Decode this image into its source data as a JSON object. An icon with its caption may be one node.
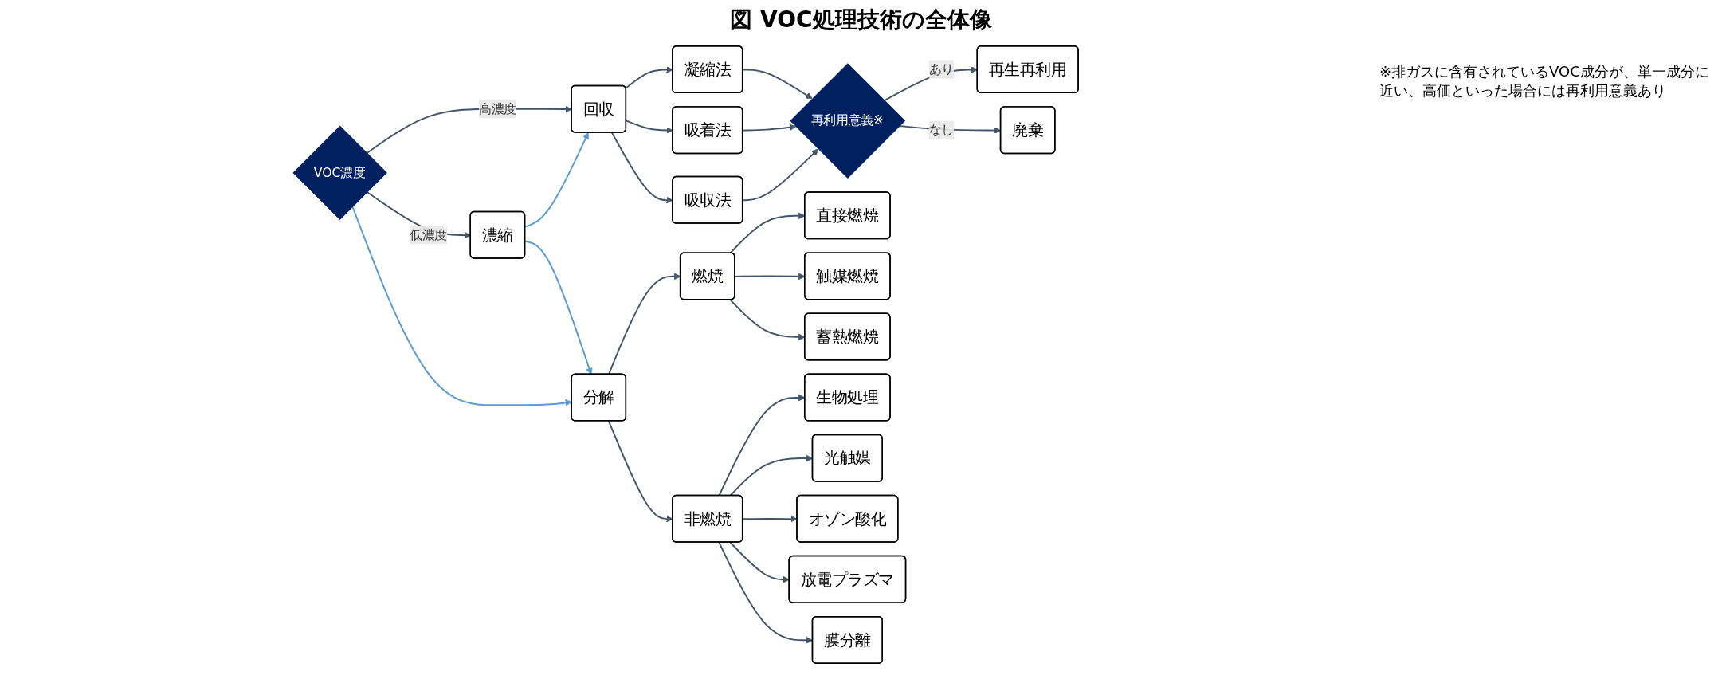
{
  "diagram": {
    "title": "図 VOC処理技術の全体像",
    "nodes": [
      {
        "text": [
          "VOC濃度"
        ]
      },
      {
        "text": [
          "回収"
        ]
      },
      {
        "text": [
          "濃縮"
        ]
      },
      {
        "text": [
          "分解"
        ]
      },
      {
        "text": [
          "凝縮法"
        ]
      },
      {
        "text": [
          "吸着法"
        ]
      },
      {
        "text": [
          "吸収法"
        ]
      },
      {
        "text": [
          "再利用意義※"
        ]
      },
      {
        "text": [
          "再生再利用"
        ]
      },
      {
        "text": [
          "廃棄"
        ]
      },
      {
        "text": [
          "燃焼"
        ]
      },
      {
        "text": [
          "非燃焼"
        ]
      },
      {
        "text": [
          "直接燃焼"
        ]
      },
      {
        "text": [
          "触媒燃焼"
        ]
      },
      {
        "text": [
          "蓄熱燃焼"
        ]
      },
      {
        "text": [
          "生物処理"
        ]
      },
      {
        "text": [
          "光触媒"
        ]
      },
      {
        "text": [
          "オゾン酸化"
        ]
      },
      {
        "text": [
          "放電プラズマ"
        ]
      },
      {
        "text": [
          "膜分離"
        ]
      }
    ],
    "edges": [
      {
        "from": 0,
        "to": 1,
        "arrow": "to",
        "label": "高濃度"
      },
      {
        "from": 0,
        "to": 2,
        "arrow": "to",
        "label": "低濃度"
      },
      {
        "from": 0,
        "to": 3,
        "arrow": "to",
        "color": "#5b9bd5"
      },
      {
        "from": 2,
        "to": 1,
        "arrow": "to",
        "color": "#5b9bd5"
      },
      {
        "from": 2,
        "to": 3,
        "arrow": "to",
        "color": "#5b9bd5"
      },
      {
        "from": 1,
        "to": 4,
        "arrow": "to"
      },
      {
        "from": 1,
        "to": 5,
        "arrow": "to"
      },
      {
        "from": 1,
        "to": 6,
        "arrow": "to"
      },
      {
        "from": 4,
        "to": 7,
        "arrow": "to"
      },
      {
        "from": 5,
        "to": 7,
        "arrow": "to"
      },
      {
        "from": 6,
        "to": 7,
        "arrow": "to"
      },
      {
        "from": 7,
        "to": 8,
        "arrow": "to",
        "label": "あり"
      },
      {
        "from": 7,
        "to": 9,
        "arrow": "to",
        "label": "なし"
      },
      {
        "from": 3,
        "to": 10,
        "arrow": "to"
      },
      {
        "from": 3,
        "to": 11,
        "arrow": "to"
      },
      {
        "from": 10,
        "to": 12,
        "arrow": "to"
      },
      {
        "from": 10,
        "to": 13,
        "arrow": "to"
      },
      {
        "from": 10,
        "to": 14,
        "arrow": "to"
      },
      {
        "from": 11,
        "to": 15,
        "arrow": "to"
      },
      {
        "from": 11,
        "to": 16,
        "arrow": "to"
      },
      {
        "from": 11,
        "to": 17,
        "arrow": "to"
      },
      {
        "from": 11,
        "to": 18,
        "arrow": "to"
      },
      {
        "from": 11,
        "to": 19,
        "arrow": "to"
      }
    ],
    "labels": [
      "※排ガスに含有されているVOC成分が、単一成分に近い、高価といった場合には再利用意義あり"
    ]
  }
}
